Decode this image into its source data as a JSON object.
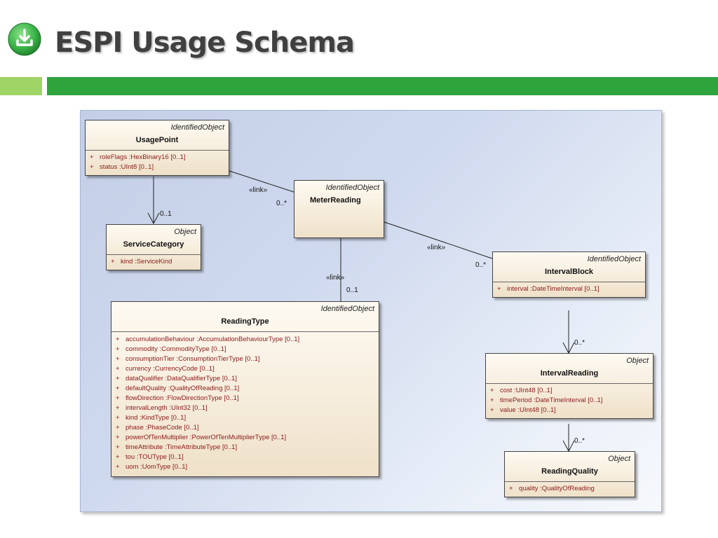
{
  "header": {
    "title": "ESPI Usage Schema",
    "logo_icon": "download-icon",
    "colors": {
      "bar_light": "#9fd466",
      "bar_dark": "#2fa33c",
      "logo": "#3bb54a"
    }
  },
  "diagram": {
    "classes": {
      "usagepoint": {
        "stereotype": "IdentifiedObject",
        "name": "UsagePoint",
        "attributes": [
          "roleFlags  :HexBinary16 [0..1]",
          "status  :UInt8 [0..1]"
        ]
      },
      "servicecategory": {
        "stereotype": "Object",
        "name": "ServiceCategory",
        "attributes": [
          "kind  :ServiceKind"
        ]
      },
      "meterreading": {
        "stereotype": "IdentifiedObject",
        "name": "MeterReading",
        "attributes": []
      },
      "intervalblock": {
        "stereotype": "IdentifiedObject",
        "name": "IntervalBlock",
        "attributes": [
          "interval  :DateTimeInterval [0..1]"
        ]
      },
      "readingtype": {
        "stereotype": "IdentifiedObject",
        "name": "ReadingType",
        "attributes": [
          "accumulationBehaviour  :AccumulationBehaviourType [0..1]",
          "commodity  :CommodityType [0..1]",
          "consumptionTier  :ConsumptionTierType [0..1]",
          "currency  :CurrencyCode [0..1]",
          "dataQualifier  :DataQualifierType [0..1]",
          "defaultQuality  :QualityOfReading [0..1]",
          "flowDirection  :FlowDirectionType [0..1]",
          "intervalLength  :UInt32 [0..1]",
          "kind  :KindType [0..1]",
          "phase  :PhaseCode [0..1]",
          "powerOfTenMultiplier  :PowerOfTenMultiplierType [0..1]",
          "timeAttribute  :TimeAttributeType [0..1]",
          "tou  :TOUType [0..1]",
          "uom  :UomType [0..1]"
        ]
      },
      "intervalreading": {
        "stereotype": "Object",
        "name": "IntervalReading",
        "attributes": [
          "cost  :UInt48 [0..1]",
          "timePeriod  :DateTimeInterval [0..1]",
          "value  :UInt48 [0..1]"
        ]
      },
      "readingquality": {
        "stereotype": "Object",
        "name": "ReadingQuality",
        "attributes": [
          "quality  :QualityOfReading"
        ]
      }
    },
    "attribute_marker": "+",
    "labels": {
      "up_mr_stereo": "«link»",
      "up_mr_mult": "0..*",
      "up_sc_mult": "0..1",
      "mr_rt_stereo": "«link»",
      "mr_rt_mult": "0..1",
      "mr_ib_stereo": "«link»",
      "mr_ib_mult": "0..*",
      "ib_ir_mult": "0..*",
      "ir_rq_mult": "0..*"
    }
  }
}
